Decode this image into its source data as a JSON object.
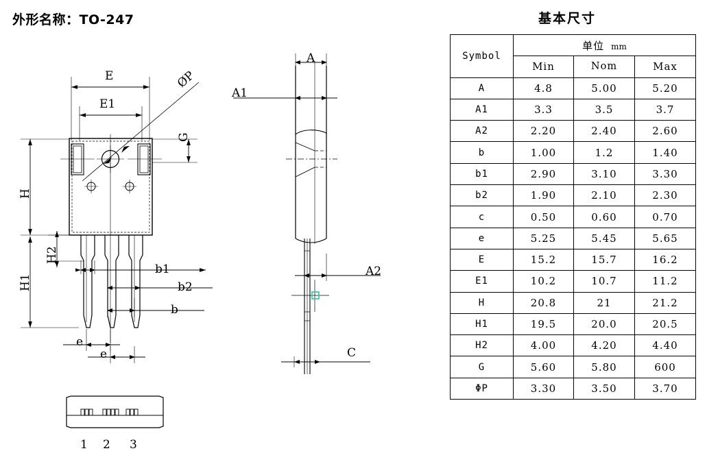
{
  "headings": {
    "package_title": "外形名称：TO-247",
    "table_title": "基本尺寸"
  },
  "table": {
    "symbol_header": "Symbol",
    "unit_header": "单位",
    "unit_value": "mm",
    "columns": [
      "Min",
      "Nom",
      "Max"
    ],
    "rows": [
      {
        "symbol": "A",
        "min": "4.8",
        "nom": "5.00",
        "max": "5.20"
      },
      {
        "symbol": "A1",
        "min": "3.3",
        "nom": "3.5",
        "max": "3.7"
      },
      {
        "symbol": "A2",
        "min": "2.20",
        "nom": "2.40",
        "max": "2.60"
      },
      {
        "symbol": "b",
        "min": "1.00",
        "nom": "1.2",
        "max": "1.40"
      },
      {
        "symbol": "b1",
        "min": "2.90",
        "nom": "3.10",
        "max": "3.30"
      },
      {
        "symbol": "b2",
        "min": "1.90",
        "nom": "2.10",
        "max": "2.30"
      },
      {
        "symbol": "c",
        "min": "0.50",
        "nom": "0.60",
        "max": "0.70"
      },
      {
        "symbol": "e",
        "min": "5.25",
        "nom": "5.45",
        "max": "5.65"
      },
      {
        "symbol": "E",
        "min": "15.2",
        "nom": "15.7",
        "max": "16.2"
      },
      {
        "symbol": "E1",
        "min": "10.2",
        "nom": "10.7",
        "max": "11.2"
      },
      {
        "symbol": "H",
        "min": "20.8",
        "nom": "21",
        "max": "21.2"
      },
      {
        "symbol": "H1",
        "min": "19.5",
        "nom": "20.0",
        "max": "20.5"
      },
      {
        "symbol": "H2",
        "min": "4.00",
        "nom": "4.20",
        "max": "4.40"
      },
      {
        "symbol": "G",
        "min": "5.60",
        "nom": "5.80",
        "max": "600"
      },
      {
        "symbol": "ΦP",
        "min": "3.30",
        "nom": "3.50",
        "max": "3.70"
      }
    ]
  },
  "drawing": {
    "front_view": {
      "labels": {
        "E": "E",
        "E1": "E1",
        "phi_p": "ØP",
        "G": "G",
        "H": "H",
        "H1": "H1",
        "H2": "H2",
        "b": "b",
        "b1": "b1",
        "b2": "b2",
        "e_upper": "e",
        "e_lower": "e"
      }
    },
    "side_view": {
      "labels": {
        "A": "A",
        "A1": "A1",
        "A2": "A2",
        "C": "C"
      },
      "snap_marker_color": "#2ec4a0"
    },
    "bottom_view": {
      "pin_numbers": [
        "1",
        "2",
        "3"
      ]
    }
  }
}
